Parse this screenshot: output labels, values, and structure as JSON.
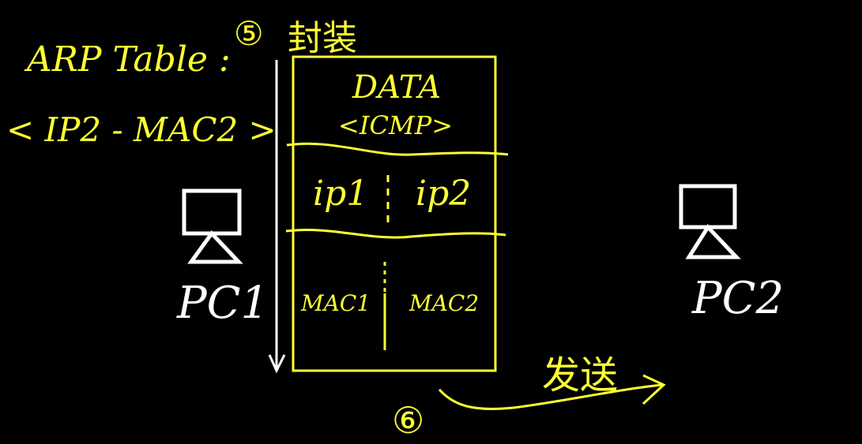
{
  "colors": {
    "background": "#000000",
    "ink_yellow": "#ffff33",
    "ink_white": "#ffffff"
  },
  "step5": {
    "number": "⑤",
    "label": "封装"
  },
  "arp": {
    "title": "ARP Table :",
    "entry": "< IP2 - MAC2 >"
  },
  "packet": {
    "data_label": "DATA",
    "icmp_label": "<ICMP>",
    "ip_src": "ip1",
    "ip_dst": "ip2",
    "mac_src": "MAC1",
    "mac_dst": "MAC2"
  },
  "pc1": {
    "label": "PC1",
    "icon": "computer-icon"
  },
  "pc2": {
    "label": "PC2",
    "icon": "computer-icon"
  },
  "step6": {
    "number": "⑥",
    "label": "发送"
  }
}
